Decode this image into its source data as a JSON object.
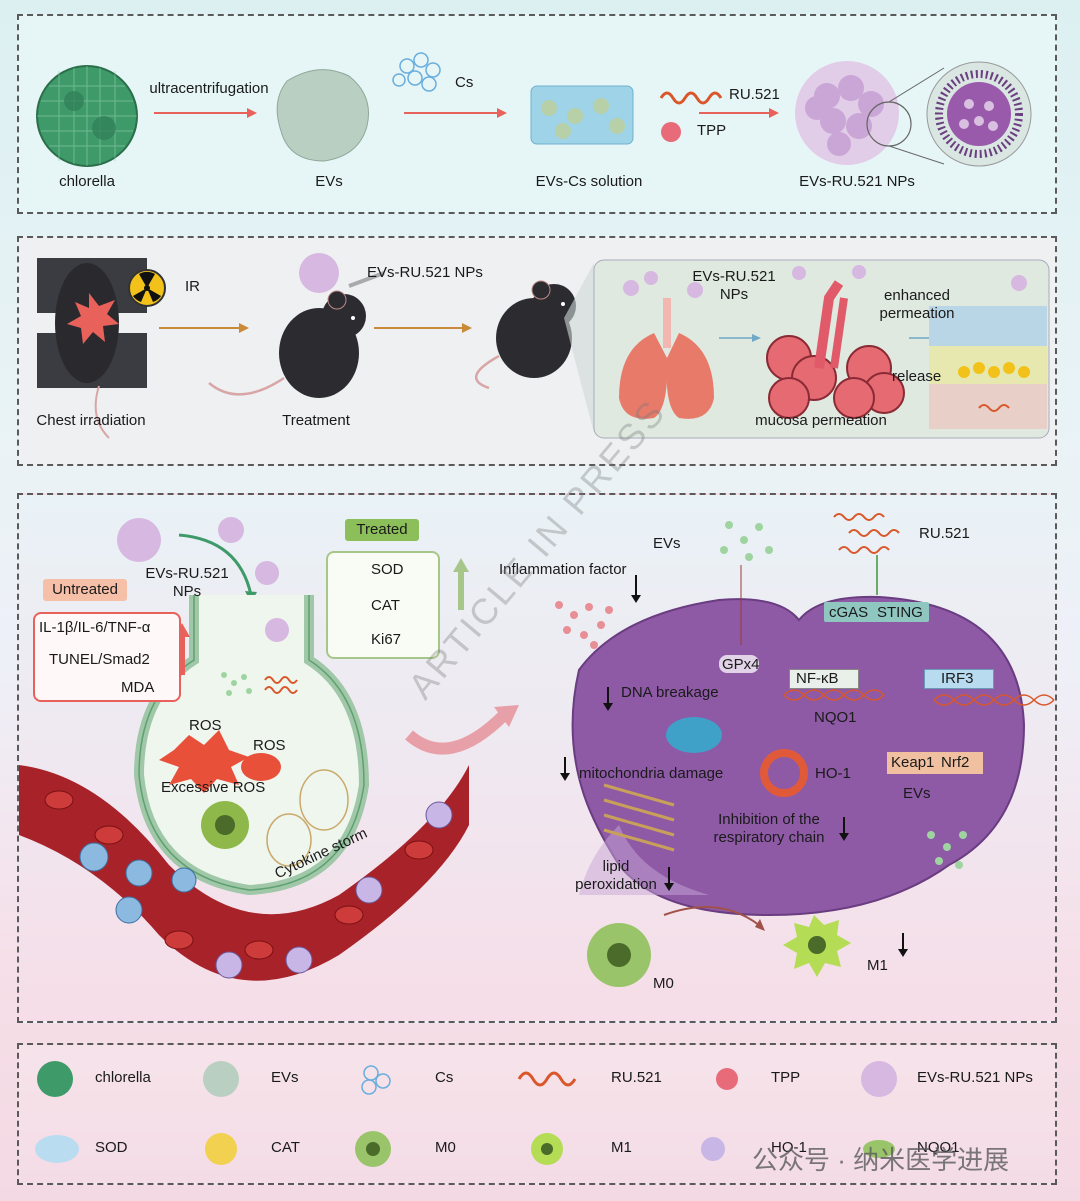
{
  "panel1": {
    "chlorella": "chlorella",
    "ultracentrifugation": "ultracentrifugation",
    "evs": "EVs",
    "cs": "Cs",
    "evs_cs_solution": "EVs-Cs solution",
    "ru521": "RU.521",
    "tpp": "TPP",
    "evs_ru521_nps": "EVs-RU.521 NPs"
  },
  "panel2": {
    "ir": "IR",
    "nps_label": "EVs-RU.521 NPs",
    "chest_irradiation": "Chest irradiation",
    "treatment": "Treatment",
    "inset_nps_line1": "EVs-RU.521",
    "inset_nps_line2": "NPs",
    "enhanced_line1": "enhanced",
    "enhanced_line2": "permeation",
    "release": "release",
    "mucosa_permeation": "mucosa permeation"
  },
  "panel3": {
    "nps_line1": "EVs-RU.521",
    "nps_line2": "NPs",
    "untreated": "Untreated",
    "untreated_items": [
      "IL-1β/IL-6/TNF-α",
      "TUNEL/Smad2",
      "MDA"
    ],
    "treated": "Treated",
    "treated_items": [
      "SOD",
      "CAT",
      "Ki67"
    ],
    "ros1": "ROS",
    "ros2": "ROS",
    "excessive_ros": "Excessive ROS",
    "cytokine_storm": "Cytokine storm",
    "evs_top": "EVs",
    "inflammation_factor": "Inflammation factor",
    "ru521": "RU.521",
    "cgas": "cGAS",
    "sting": "STING",
    "gpx4": "GPx4",
    "nfkb": "NF-κB",
    "irf3": "IRF3",
    "nqo1": "NQO1",
    "dna_breakage": "DNA breakage",
    "mito_damage": "mitochondria damage",
    "ho1": "HO-1",
    "keap1": "Keap1",
    "nrf2": "Nrf2",
    "evs_right": "EVs",
    "respiratory_line1": "Inhibition of the",
    "respiratory_line2": "respiratory chain",
    "lipid_line1": "lipid",
    "lipid_line2": "peroxidation",
    "m0": "M0",
    "m1": "M1",
    "watermark": "ARTICLE IN PRESS"
  },
  "legend": {
    "row1": [
      "chlorella",
      "EVs",
      "Cs",
      "RU.521",
      "TPP",
      "EVs-RU.521 NPs"
    ],
    "row2": [
      "SOD",
      "CAT",
      "M0",
      "M1",
      "HO-1",
      "NQO1"
    ]
  },
  "wechat_watermark": "公众号 · 纳米医学进展",
  "colors": {
    "arrow_red": "#e8615a",
    "arrow_gold": "#c98a3a",
    "cell_purple": "#8e5aa6",
    "vessel_red": "#a8222a",
    "chlorella_green": "#3f9a6a"
  }
}
